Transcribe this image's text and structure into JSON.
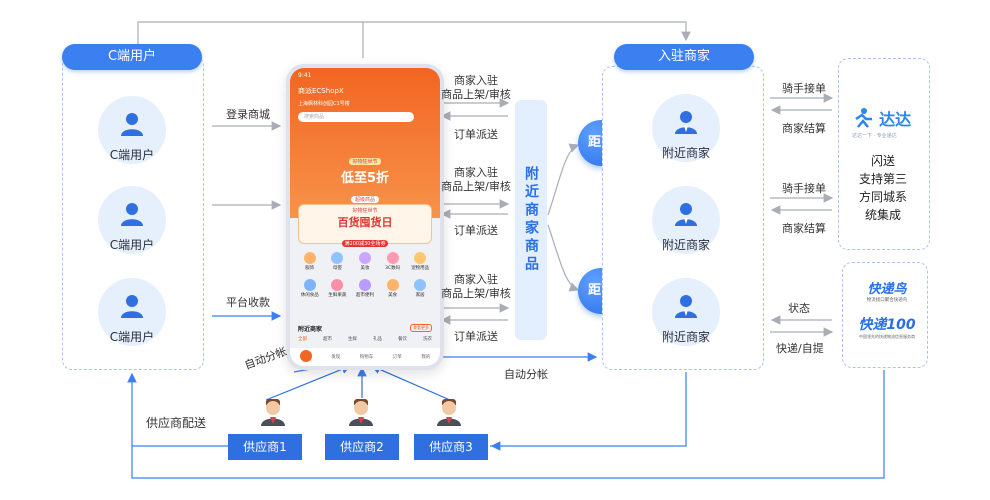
{
  "colors": {
    "accent": "#3b7ff0",
    "light_blue": "#e6f0fd",
    "dashed": "#a8c4ef",
    "orange": "#f26522",
    "arrow": "#a9adb5"
  },
  "left_panel": {
    "title": "C端用户",
    "users": [
      {
        "label": "C端用户"
      },
      {
        "label": "C端用户"
      },
      {
        "label": "C端用户"
      }
    ]
  },
  "center": {
    "arrows_left": {
      "login": "登录商城",
      "pay": "平台收款"
    },
    "middle_groups": [
      {
        "line1": "商家入驻",
        "line2": "商品上架/审核",
        "line3": "订单派送"
      },
      {
        "line1": "商家入驻",
        "line2": "商品上架/审核",
        "line3": "订单派送"
      },
      {
        "line1": "商家入驻",
        "line2": "商品上架/审核",
        "line3": "订单派送"
      }
    ],
    "vertical_bar": "附近商家商品",
    "auto_split_left": "自动分帐",
    "auto_split_right": "自动分帐",
    "supplier_delivery": "供应商配送"
  },
  "distance_nodes": [
    {
      "label": "距离"
    },
    {
      "label": "距离"
    }
  ],
  "right_panel": {
    "title": "入驻商家",
    "merchants": [
      {
        "label": "附近商家"
      },
      {
        "label": "附近商家"
      },
      {
        "label": "附近商家"
      }
    ]
  },
  "far_right": {
    "group1": {
      "top": "骑手接单",
      "bottom": "商家结算"
    },
    "group2": {
      "top": "骑手接单",
      "bottom": "商家结算"
    },
    "group3": {
      "top": "状态",
      "bottom": "快递/自提"
    },
    "dada_logo": {
      "name": "达达",
      "tagline": "达达一下 · 专业递达"
    },
    "dada_desc": [
      "闪送",
      "支持第三",
      "方同城系",
      "统集成"
    ],
    "kdn_logo": {
      "name": "快递鸟",
      "tagline": "物流接口聚合快递鸟"
    },
    "kd100_logo": {
      "name": "快递100",
      "tagline": "中国领先的快递物流信息服务商"
    }
  },
  "suppliers": [
    {
      "label": "供应商1"
    },
    {
      "label": "供应商2"
    },
    {
      "label": "供应商3"
    }
  ],
  "phone": {
    "status_time": "9:41",
    "title": "商派ECShopX",
    "address": "上海枫林科创园C1号楼",
    "search_placeholder": "搜索商品",
    "banner1_tag": "好物狂世节",
    "banner1_big": "低至5折",
    "banner1_sub": "超级商品",
    "banner2_tag": "好物狂世节",
    "banner2_big": "百货囤货日",
    "banner2_sub": "满200减30全场券",
    "categories": [
      "服饰",
      "母婴",
      "美妆",
      "3C数码",
      "宠物用品",
      "休闲食品",
      "生鲜果蔬",
      "超市便利",
      "美食",
      "家居"
    ],
    "nearby_title": "附近商家",
    "nearby_more": "查看更多",
    "tabs": [
      "全部",
      "超市",
      "生鲜",
      "礼品",
      "餐饮",
      "洗衣"
    ],
    "tabbar": [
      "首页",
      "发现",
      "购物车",
      "订单",
      "我的"
    ]
  }
}
